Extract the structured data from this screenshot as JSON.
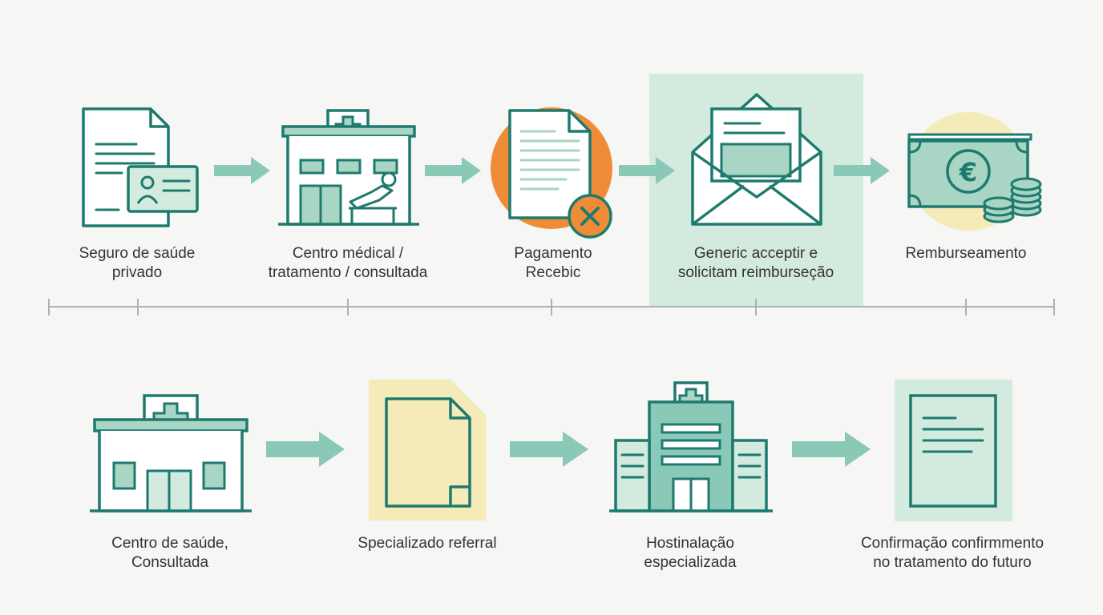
{
  "colors": {
    "teal": "#1e7a6e",
    "teal_light": "#a8d5c4",
    "mint_fill": "#d3eadf",
    "arrow": "#8ac9b8",
    "orange": "#f08c38",
    "yellow_fill": "#f4ebb8",
    "timeline": "#b0b0b0"
  },
  "top_row": {
    "steps": [
      {
        "lines": [
          "Seguro de saúde",
          "privado"
        ],
        "icon": "insurance-document-id-card-icon"
      },
      {
        "lines": [
          "Centro médical /",
          "tratamento / consultada"
        ],
        "icon": "medical-center-building-icon"
      },
      {
        "lines": [
          "Pagamento",
          "Recebic"
        ],
        "icon": "payment-document-rejected-icon"
      },
      {
        "lines": [
          "Generic acceptir e",
          "solicitam reimburseção"
        ],
        "icon": "envelope-document-icon",
        "highlighted": true
      },
      {
        "lines": [
          "Remburseamento"
        ],
        "icon": "euro-banknote-coins-icon"
      }
    ]
  },
  "bottom_row": {
    "steps": [
      {
        "lines": [
          "Centro de saúde,",
          "Consultada"
        ],
        "icon": "health-center-building-icon"
      },
      {
        "lines": [
          "Specializado referral"
        ],
        "icon": "referral-document-icon"
      },
      {
        "lines": [
          "Hostinalação",
          "especializada"
        ],
        "icon": "hospital-building-icon"
      },
      {
        "lines": [
          "Confirmação confirmmento",
          "no tratamento do futuro"
        ],
        "icon": "confirmation-document-icon"
      }
    ]
  }
}
